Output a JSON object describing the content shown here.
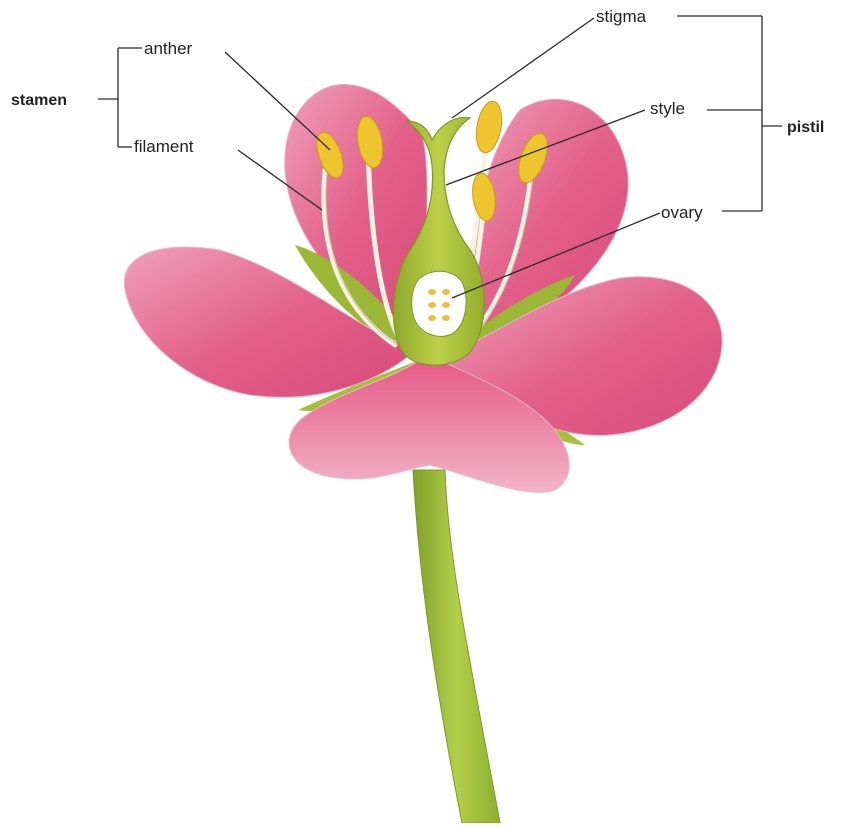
{
  "diagram": {
    "groups": {
      "stamen": "stamen",
      "pistil": "pistil"
    },
    "labels": {
      "anther": "anther",
      "filament": "filament",
      "stigma": "stigma",
      "style": "style",
      "ovary": "ovary"
    },
    "colors": {
      "petal": "#e4688f",
      "petal_dark": "#cf3f6d",
      "petal_light": "#f3a9c2",
      "sepal": "#a9c43c",
      "stem": "#9fc23a",
      "pistil": "#a7bd35",
      "anther": "#efc52f",
      "filament": "#f4f2e4"
    }
  }
}
